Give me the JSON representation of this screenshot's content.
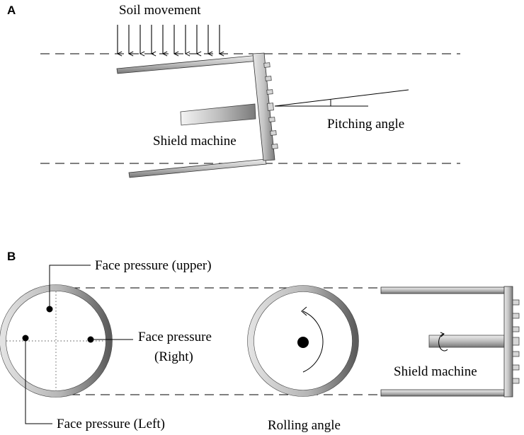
{
  "panels": {
    "a": {
      "label": "A",
      "soil_movement": "Soil movement",
      "shield_machine": "Shield machine",
      "pitching_angle": "Pitching angle"
    },
    "b": {
      "label": "B",
      "face_upper": "Face pressure (upper)",
      "face_right_1": "Face pressure",
      "face_right_2": "(Right)",
      "face_left": "Face pressure (Left)",
      "rolling_angle": "Rolling angle",
      "shield_machine": "Shield machine"
    }
  },
  "colors": {
    "line": "#000000",
    "steel_light": "#e2e2e2",
    "steel_mid": "#bdbdbd",
    "steel_dark": "#6e6e6e"
  }
}
